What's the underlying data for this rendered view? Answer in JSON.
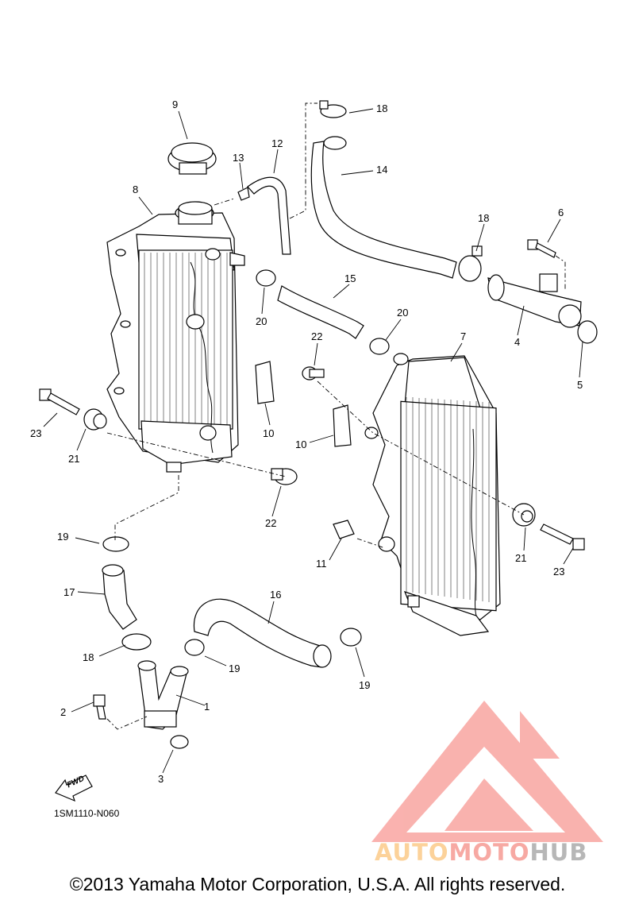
{
  "diagram": {
    "catalog_code": "1SM1110-N060",
    "copyright": "©2013 Yamaha Motor Corporation, U.S.A. All rights reserved.",
    "direction_label": "FWD",
    "watermark": {
      "part1": "AUTO",
      "part2": "MOTO",
      "part3": "HUB",
      "colors": {
        "auto": "#fcd29a",
        "moto": "#f7a9a3",
        "hub": "#b7b7b7",
        "logo": "#f9a5a1"
      }
    },
    "callouts": [
      {
        "id": "c9",
        "text": "9"
      },
      {
        "id": "c18a",
        "text": "18"
      },
      {
        "id": "c12",
        "text": "12"
      },
      {
        "id": "c13",
        "text": "13"
      },
      {
        "id": "c14",
        "text": "14"
      },
      {
        "id": "c8",
        "text": "8"
      },
      {
        "id": "c18b",
        "text": "18"
      },
      {
        "id": "c6",
        "text": "6"
      },
      {
        "id": "c15",
        "text": "15"
      },
      {
        "id": "c20a",
        "text": "20"
      },
      {
        "id": "c20b",
        "text": "20"
      },
      {
        "id": "c4",
        "text": "4"
      },
      {
        "id": "c5",
        "text": "5"
      },
      {
        "id": "c22a",
        "text": "22"
      },
      {
        "id": "c7",
        "text": "7"
      },
      {
        "id": "c23a",
        "text": "23"
      },
      {
        "id": "c21a",
        "text": "21"
      },
      {
        "id": "c10a",
        "text": "10"
      },
      {
        "id": "c10b",
        "text": "10"
      },
      {
        "id": "c22b",
        "text": "22"
      },
      {
        "id": "c19a",
        "text": "19"
      },
      {
        "id": "c11",
        "text": "11"
      },
      {
        "id": "c21b",
        "text": "21"
      },
      {
        "id": "c23b",
        "text": "23"
      },
      {
        "id": "c17",
        "text": "17"
      },
      {
        "id": "c16",
        "text": "16"
      },
      {
        "id": "c18c",
        "text": "18"
      },
      {
        "id": "c19b",
        "text": "19"
      },
      {
        "id": "c19c",
        "text": "19"
      },
      {
        "id": "c2",
        "text": "2"
      },
      {
        "id": "c1",
        "text": "1"
      },
      {
        "id": "c3",
        "text": "3"
      }
    ]
  }
}
